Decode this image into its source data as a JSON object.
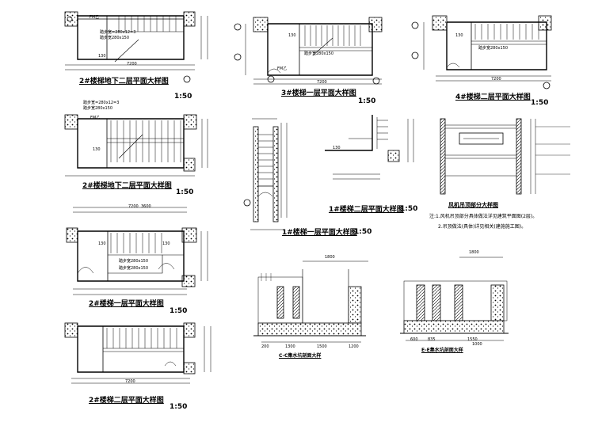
{
  "drawings": {
    "d1": {
      "title": "2#楼梯地下二层平面大样图",
      "scale": "1:50"
    },
    "d2": {
      "title": "2#楼梯地下二层平面大样图",
      "scale": "1:50"
    },
    "d3": {
      "title": "2#楼梯一层平面大样图",
      "scale": "1:50"
    },
    "d4": {
      "title": "2#楼梯二层平面大样图",
      "scale": "1:50"
    },
    "d5": {
      "title": "3#楼梯一层平面大样图",
      "scale": "1:50"
    },
    "d6": {
      "title": "4#楼梯二层平面大样图",
      "scale": "1:50"
    },
    "d7": {
      "title": "1#楼梯一层平面大样图",
      "scale": "1:50"
    },
    "d8": {
      "title": "1#楼梯二层平面大样图",
      "scale": "1:50"
    },
    "d9": {
      "title": "风机吊顶部分大样图"
    },
    "d10": {
      "title": "C-C集水坑剖面大样"
    },
    "d11": {
      "title": "E-E集水坑剖面大样"
    }
  },
  "notes": {
    "line1": "注:1.风机吊顶部分具体做法详见建筑平面图(2层)。",
    "line2": "2.吊顶做法(具体)详见相关(建施施工图)。"
  },
  "dims": {
    "d7200": "7200",
    "d1800": "1800",
    "d3600": "3600",
    "d1200": "1200",
    "d1300": "1300",
    "d1000": "1000",
    "d1500": "1500",
    "d1550": "1550",
    "d200": "200",
    "d600": "600",
    "d835": "835",
    "up_label": "130"
  },
  "text_small": {
    "stair1": "踏步宽=280x12=3",
    "stair2": "踏步宽280x150",
    "fm": "FM乙"
  }
}
